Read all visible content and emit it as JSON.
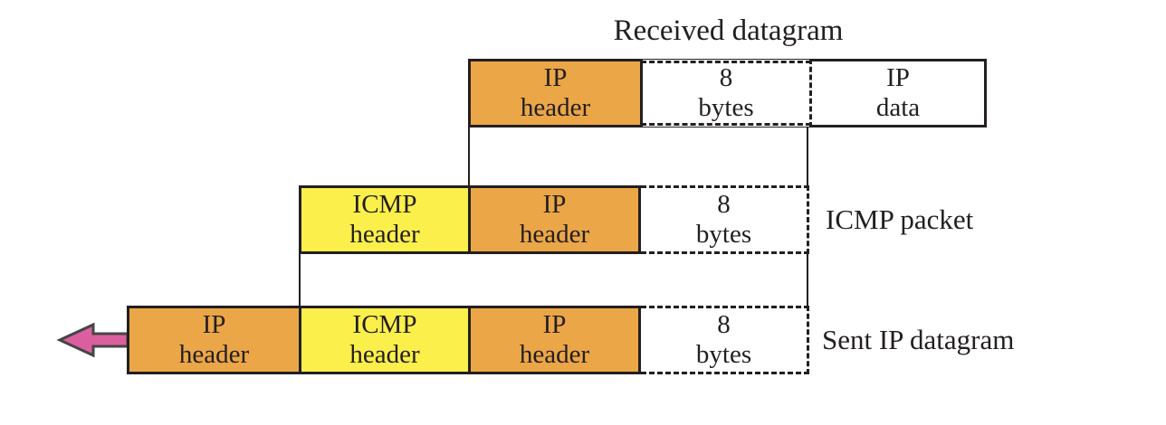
{
  "title": "Received datagram",
  "colors": {
    "orange": "#EBA648",
    "yellow": "#FBEF4B",
    "arrow_pink": "#DB5F9E",
    "arrow_outline": "#454545",
    "line": "#231F20",
    "background": "#FFFFFF"
  },
  "received_datagram": {
    "cells": [
      {
        "line1": "IP",
        "line2": "header"
      },
      {
        "line1": "8",
        "line2": "bytes"
      },
      {
        "line1": "IP",
        "line2": "data"
      }
    ]
  },
  "icmp_packet": {
    "label": "ICMP packet",
    "cells": [
      {
        "line1": "ICMP",
        "line2": "header"
      },
      {
        "line1": "IP",
        "line2": "header"
      },
      {
        "line1": "8",
        "line2": "bytes"
      }
    ]
  },
  "sent_ip_datagram": {
    "label": "Sent IP datagram",
    "cells": [
      {
        "line1": "IP",
        "line2": "header"
      },
      {
        "line1": "ICMP",
        "line2": "header"
      },
      {
        "line1": "IP",
        "line2": "header"
      },
      {
        "line1": "8",
        "line2": "bytes"
      }
    ]
  },
  "arrow": {
    "direction": "left"
  }
}
